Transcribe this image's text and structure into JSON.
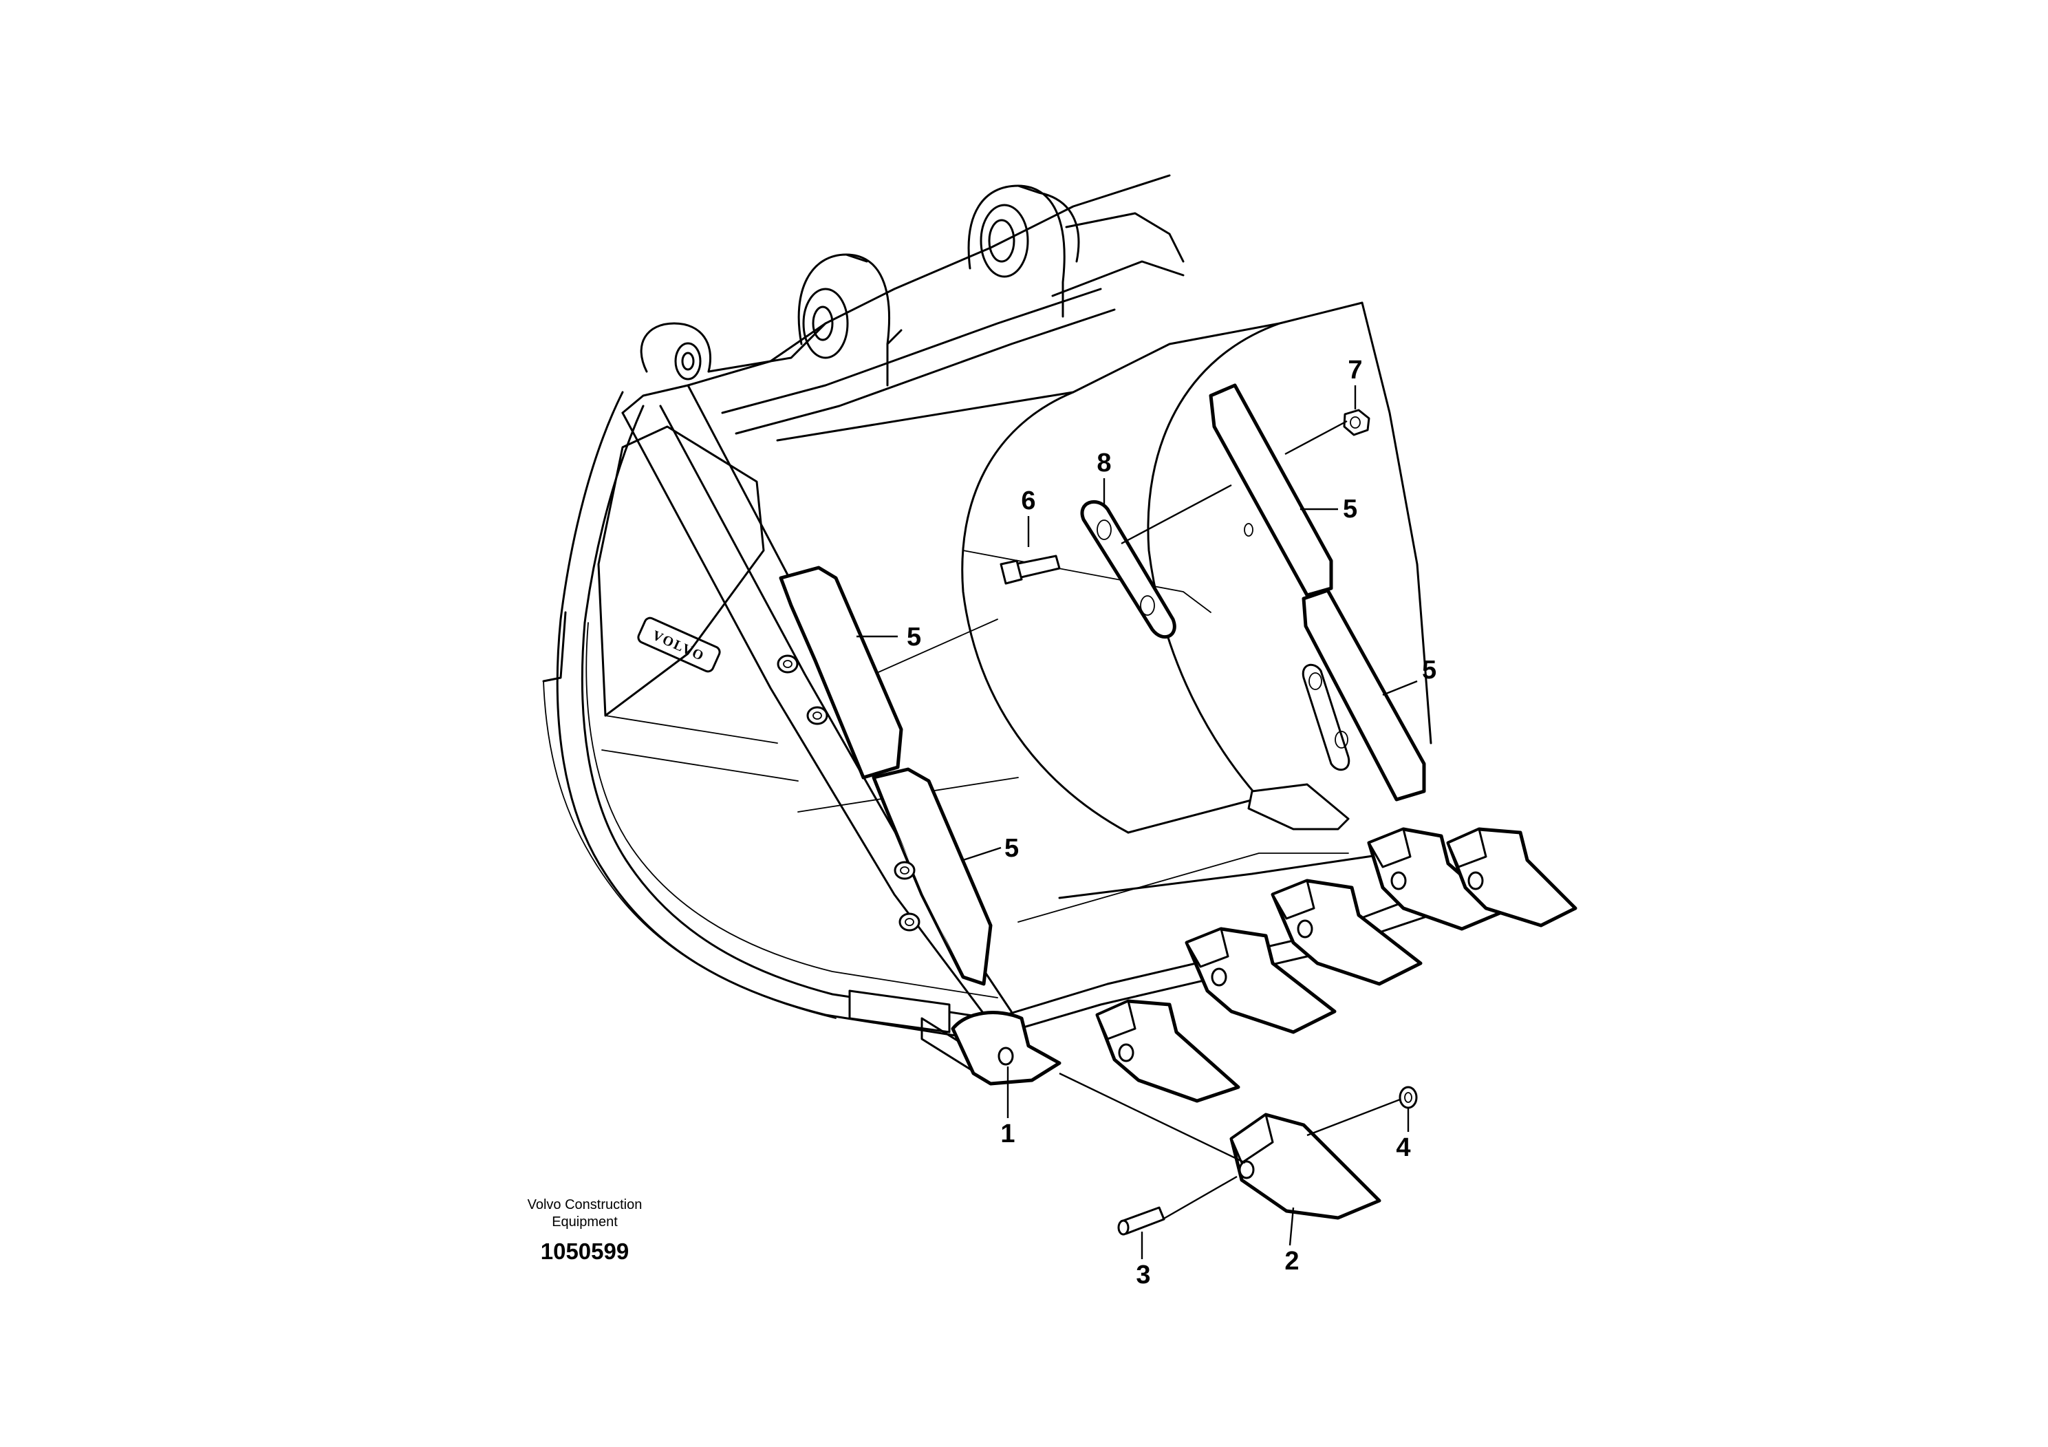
{
  "diagram": {
    "callouts": [
      {
        "id": "1",
        "label": "1"
      },
      {
        "id": "2",
        "label": "2"
      },
      {
        "id": "3",
        "label": "3"
      },
      {
        "id": "4",
        "label": "4"
      },
      {
        "id": "5a",
        "label": "5"
      },
      {
        "id": "5b",
        "label": "5"
      },
      {
        "id": "5c",
        "label": "5"
      },
      {
        "id": "5d",
        "label": "5"
      },
      {
        "id": "6",
        "label": "6"
      },
      {
        "id": "7",
        "label": "7"
      },
      {
        "id": "8",
        "label": "8"
      }
    ],
    "logo_text": "VOLVO"
  },
  "footer": {
    "maker_line1": "Volvo Construction",
    "maker_line2": "Equipment",
    "ref_number": "1050599"
  }
}
